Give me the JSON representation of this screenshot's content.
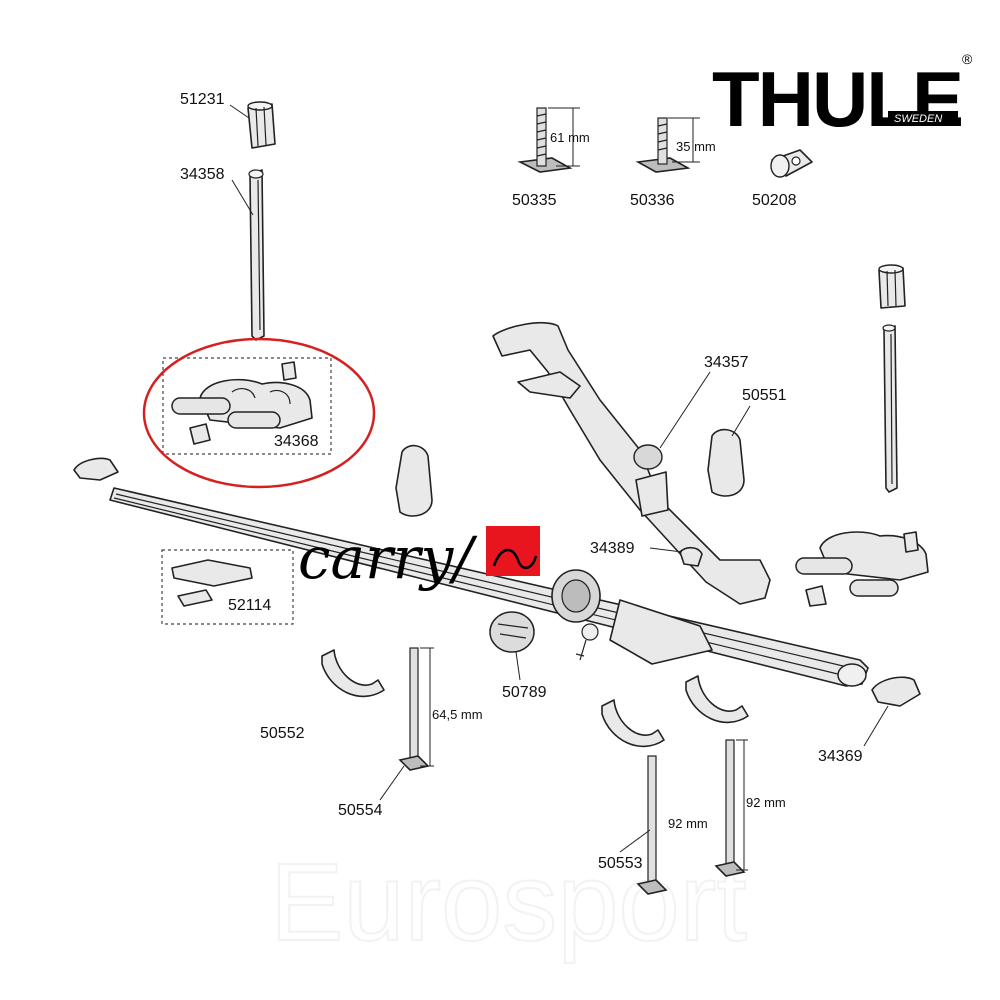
{
  "logo": {
    "brand": "THULE",
    "sub": "SWEDEN",
    "registered": "®"
  },
  "overlay_text": {
    "carry": "carry/"
  },
  "watermark": "Eurosport",
  "labels": {
    "p51231": "51231",
    "p34358": "34358",
    "p50335": "50335",
    "p50336": "50336",
    "p50208": "50208",
    "p34357": "34357",
    "p50551": "50551",
    "p34368": "34368",
    "p34389": "34389",
    "p52114": "52114",
    "p50552": "50552",
    "p50554": "50554",
    "p50789": "50789",
    "p50553": "50553",
    "p34369": "34369"
  },
  "dimensions": {
    "d61": "61 mm",
    "d35": "35 mm",
    "d645": "64,5 mm",
    "d92a": "92 mm",
    "d92b": "92 mm"
  },
  "colors": {
    "highlight_circle": "#d62020",
    "red_square": "#e8141e",
    "ink": "#222222"
  }
}
